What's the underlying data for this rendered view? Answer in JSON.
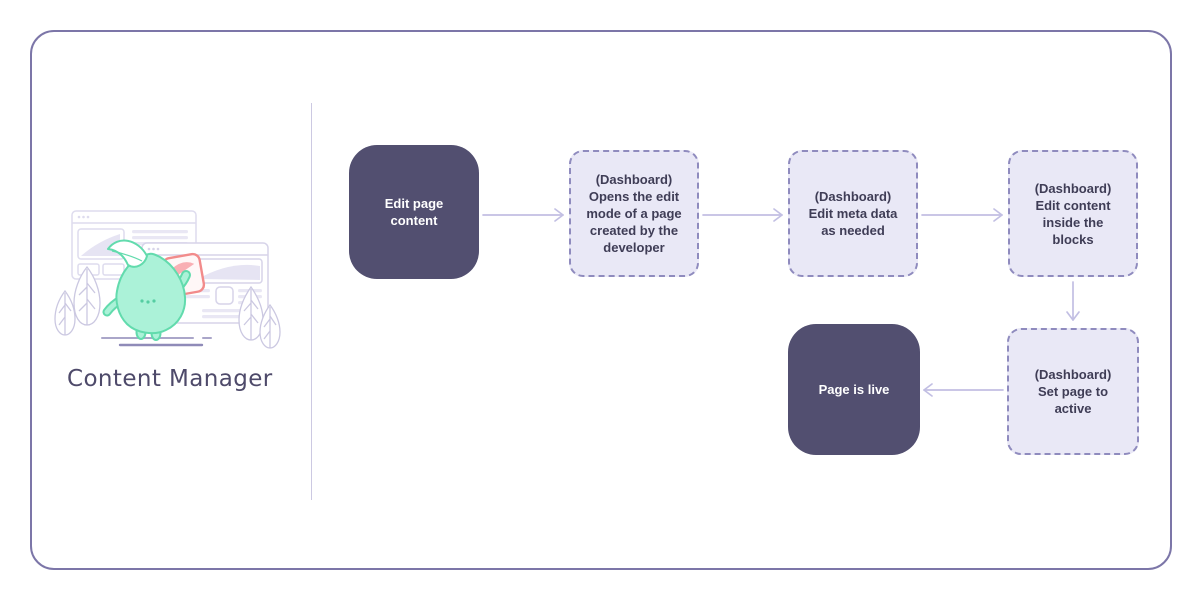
{
  "sidebar": {
    "title": "Content Manager",
    "illustration": "mascot-with-content-pages"
  },
  "flow": {
    "nodes": [
      {
        "id": "start",
        "label": "Edit page\ncontent",
        "style": "solid"
      },
      {
        "id": "open-edit",
        "label": "(Dashboard)\nOpens the edit\nmode of a page\ncreated by the\ndeveloper",
        "style": "dashed"
      },
      {
        "id": "meta-data",
        "label": "(Dashboard)\nEdit meta data\nas needed",
        "style": "dashed"
      },
      {
        "id": "blocks",
        "label": "(Dashboard)\nEdit content\ninside the\nblocks",
        "style": "dashed"
      },
      {
        "id": "activate",
        "label": "(Dashboard)\nSet page to\nactive",
        "style": "dashed"
      },
      {
        "id": "live",
        "label": "Page is live",
        "style": "solid"
      }
    ],
    "connections": [
      {
        "from": "start",
        "to": "open-edit",
        "direction": "right"
      },
      {
        "from": "open-edit",
        "to": "meta-data",
        "direction": "right"
      },
      {
        "from": "meta-data",
        "to": "blocks",
        "direction": "right"
      },
      {
        "from": "blocks",
        "to": "activate",
        "direction": "down"
      },
      {
        "from": "activate",
        "to": "live",
        "direction": "left"
      }
    ]
  },
  "colors": {
    "frame_border": "#7c76a8",
    "divider": "#ccc9e2",
    "solid_node_bg": "#524f70",
    "solid_node_text": "#ffffff",
    "dashed_node_bg": "#e9e8f6",
    "dashed_node_border": "#8f8bbe",
    "dashed_node_text": "#3f3d56",
    "arrow": "#c2bfe3",
    "title_text": "#4e4a6a",
    "mascot_fill": "#abf2d8",
    "mascot_outline": "#62dbad",
    "card_outline": "#f28b8b",
    "card_swoosh": "#f9afb4",
    "illustration_line": "#d8d5ea"
  }
}
